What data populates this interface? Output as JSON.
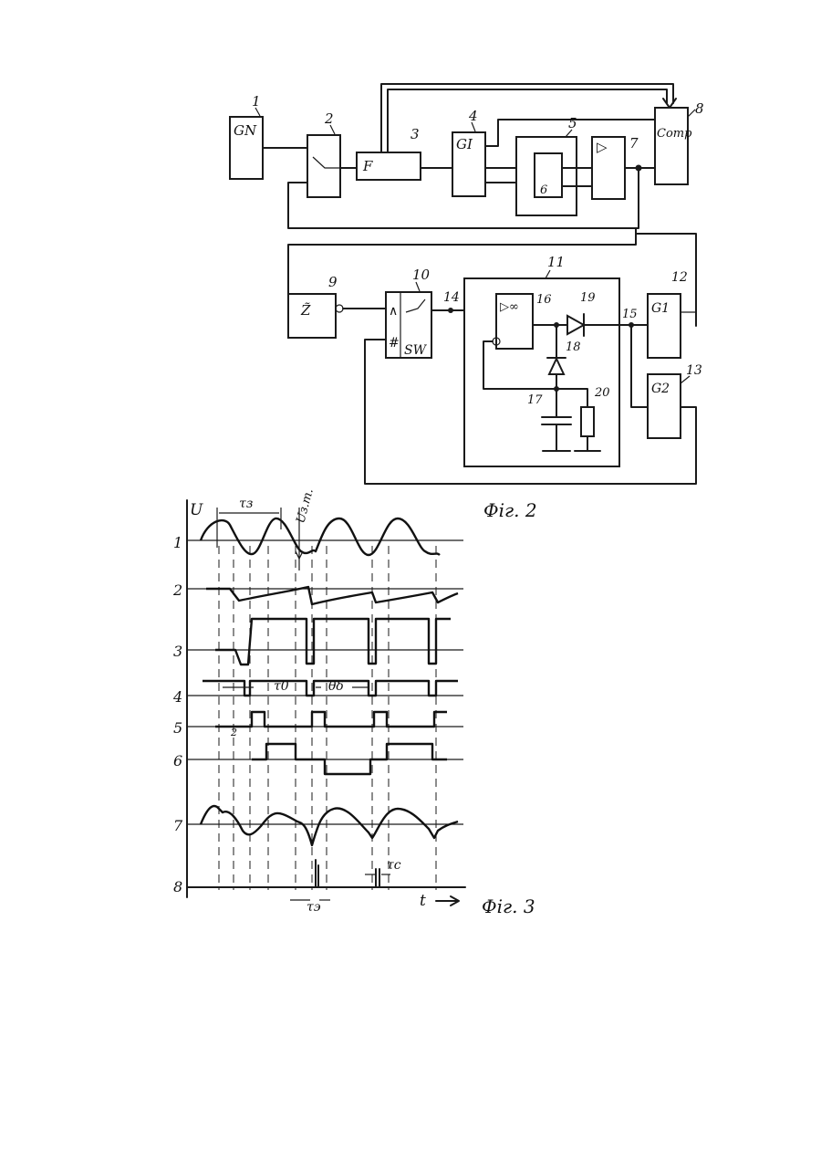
{
  "fig2": {
    "caption": "Фіг. 2",
    "blocks": [
      {
        "num": "1",
        "label": "GN"
      },
      {
        "num": "2",
        "label": ""
      },
      {
        "num": "3",
        "label": "F"
      },
      {
        "num": "4",
        "label": "GI"
      },
      {
        "num": "5",
        "label": ""
      },
      {
        "num": "6",
        "label": ""
      },
      {
        "num": "7",
        "label": "▷"
      },
      {
        "num": "8",
        "label": "Comp"
      },
      {
        "num": "9",
        "label": "Z̃"
      },
      {
        "num": "10",
        "label": "SW"
      },
      {
        "num": "11",
        "label": ""
      },
      {
        "num": "12",
        "label": "G1"
      },
      {
        "num": "13",
        "label": "G2"
      }
    ],
    "sw_inputs": [
      "∧",
      "#"
    ],
    "amp16": "▷∞",
    "nodes": [
      "14",
      "15",
      "16",
      "17",
      "18",
      "19",
      "20"
    ]
  },
  "fig3": {
    "caption": "Фіг. 3",
    "axis_u": "U",
    "axis_t": "t",
    "channels": [
      "1",
      "2",
      "3",
      "4",
      "5",
      "6",
      "7",
      "8"
    ],
    "annotations": {
      "tau_z": "τз",
      "u_zm": "Uз.т.",
      "tau_0": "τ0",
      "theta": "θδ",
      "tau_e": "τэ",
      "tau_c": "τc",
      "small2": "2"
    }
  }
}
